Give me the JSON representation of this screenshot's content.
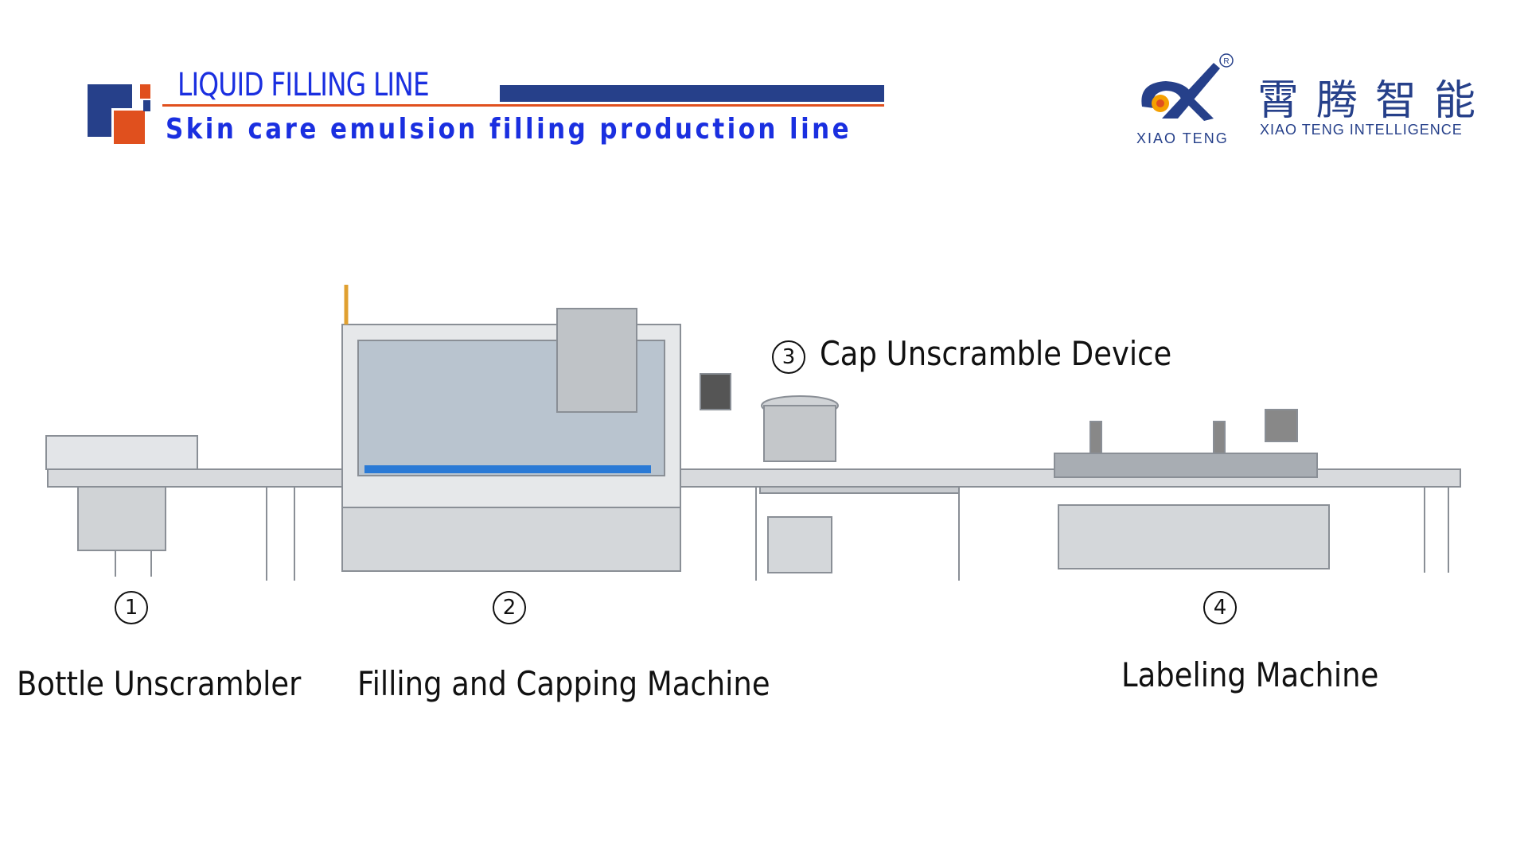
{
  "header": {
    "title": "LIQUID FILLING LINE",
    "subtitle": "Skin care emulsion filling production line"
  },
  "brand": {
    "name_cn": "霄腾智能",
    "name_en": "XIAO TENG INTELLIGENCE",
    "mark_text": "XIAO TENG",
    "registered": "R"
  },
  "stations": [
    {
      "number": "1",
      "label": "Bottle Unscrambler"
    },
    {
      "number": "2",
      "label": "Filling and Capping Machine"
    },
    {
      "number": "3",
      "label": "Cap Unscramble Device"
    },
    {
      "number": "4",
      "label": "Labeling Machine"
    }
  ],
  "colors": {
    "blue": "#1a2fe0",
    "navy": "#26408a",
    "orange": "#e0501e"
  }
}
